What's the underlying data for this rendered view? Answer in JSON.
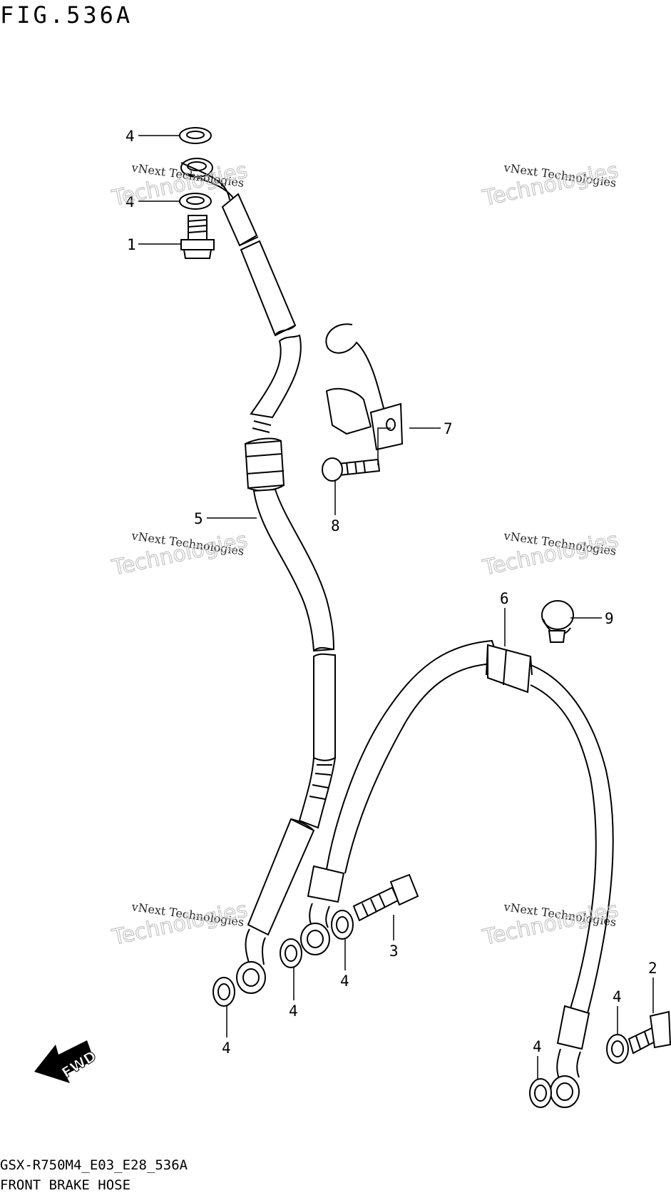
{
  "title": "FIG.536A",
  "footer": {
    "code": "GSX-R750M4_E03_E28_536A",
    "name": "FRONT BRAKE HOSE"
  },
  "direction_label": "FWD",
  "watermark": {
    "line1": "vNext Technologies",
    "line2": "Technologies"
  },
  "callouts": [
    "1",
    "2",
    "3",
    "4",
    "5",
    "6",
    "7",
    "8",
    "9"
  ]
}
